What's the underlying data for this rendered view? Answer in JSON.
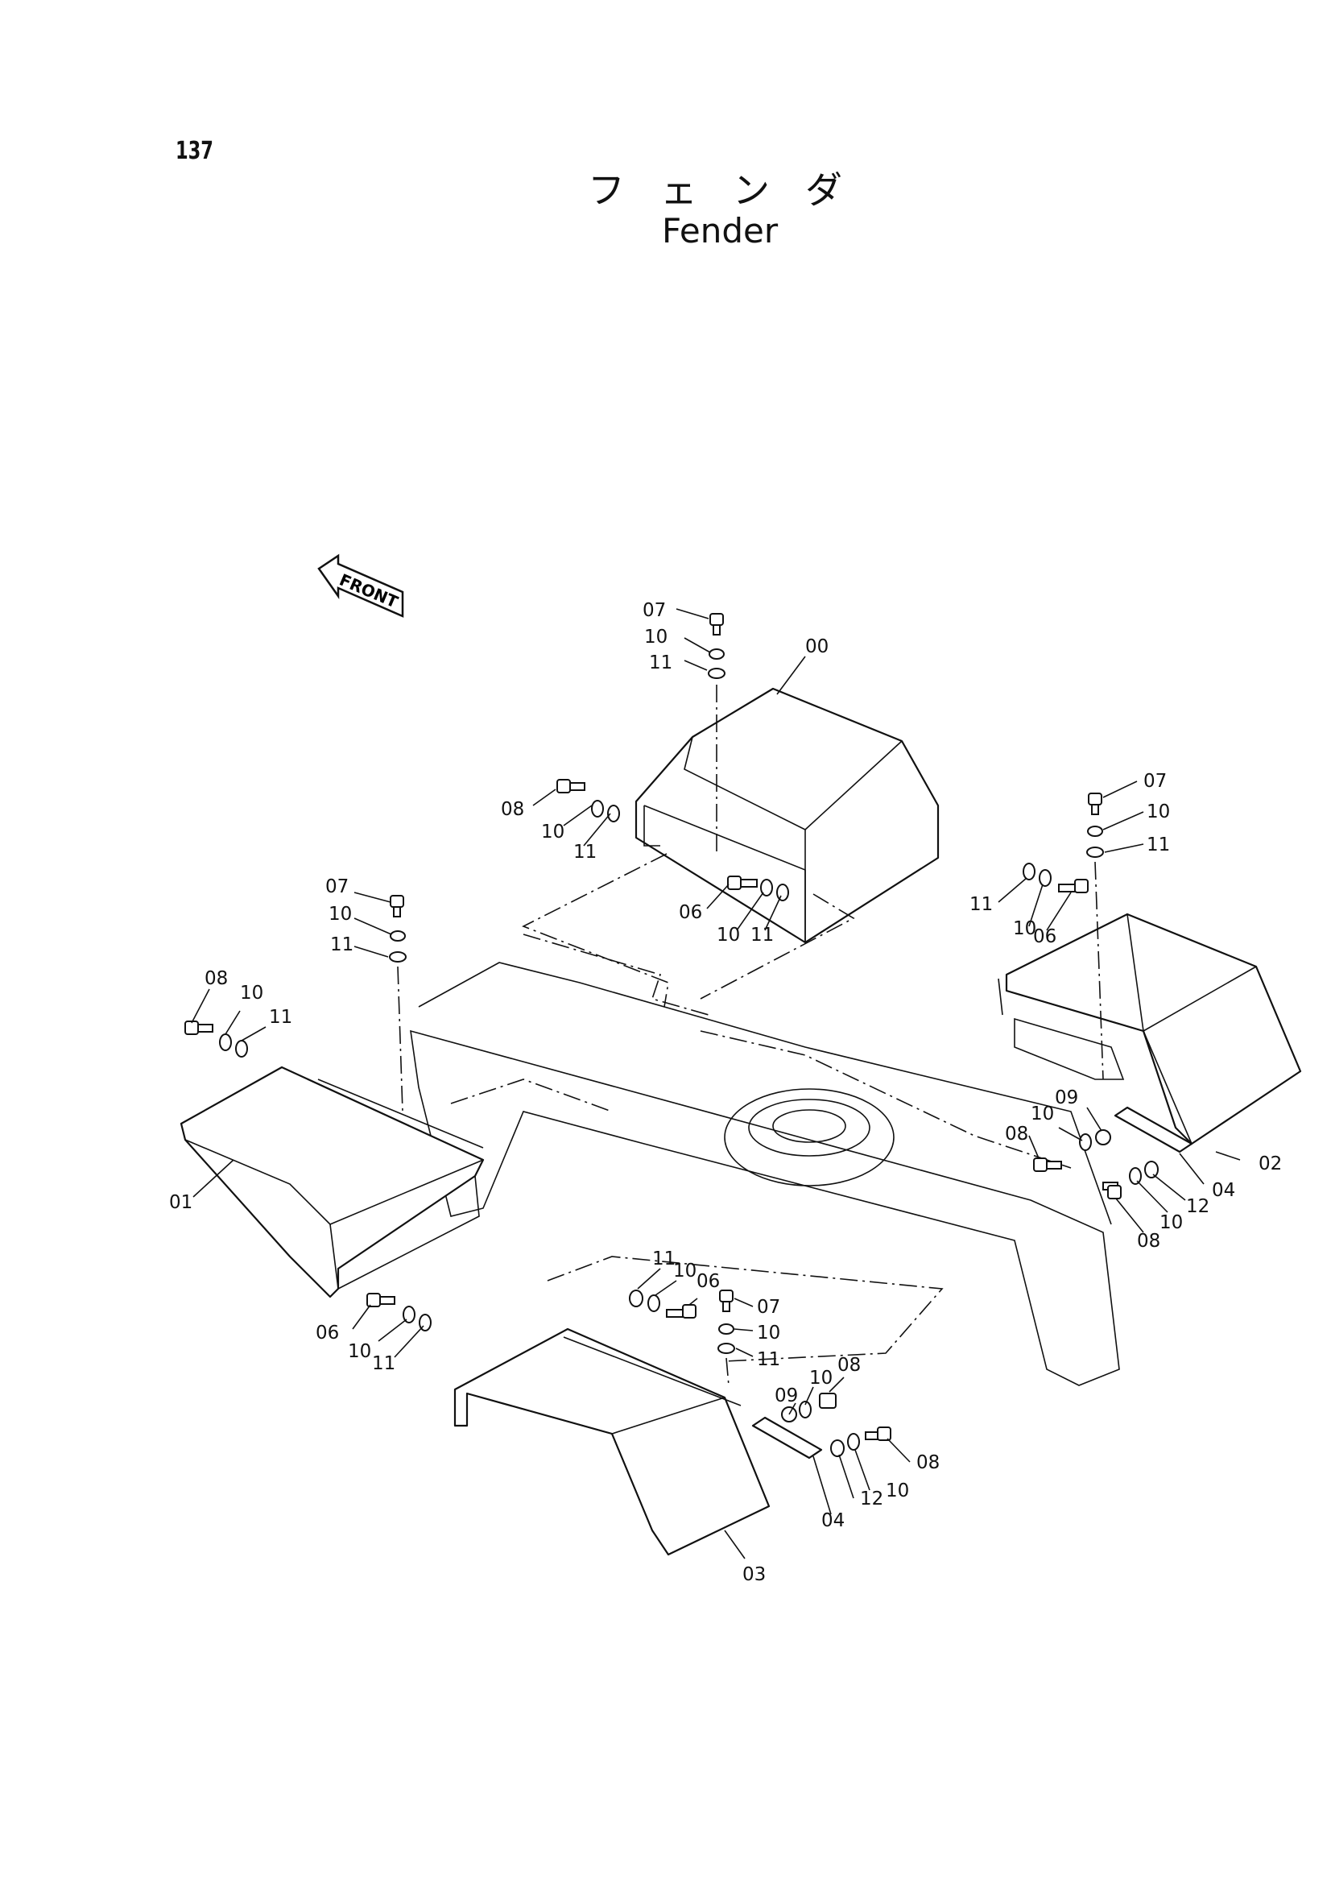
{
  "page": {
    "number": "137"
  },
  "title": {
    "jp": "フェンダ",
    "en": "Fender"
  },
  "direction_tag": "FRONT",
  "part_labels": [
    {
      "id": "lbl-07-top",
      "text": "07"
    },
    {
      "id": "lbl-10-top",
      "text": "10"
    },
    {
      "id": "lbl-11-top",
      "text": "11"
    },
    {
      "id": "lbl-00",
      "text": "00"
    },
    {
      "id": "lbl-08-a",
      "text": "08"
    },
    {
      "id": "lbl-10-a",
      "text": "10"
    },
    {
      "id": "lbl-11-a",
      "text": "11"
    },
    {
      "id": "lbl-06-a",
      "text": "06"
    },
    {
      "id": "lbl-10-b",
      "text": "10"
    },
    {
      "id": "lbl-11-b",
      "text": "11"
    },
    {
      "id": "lbl-07-r",
      "text": "07"
    },
    {
      "id": "lbl-10-r",
      "text": "10"
    },
    {
      "id": "lbl-11-r",
      "text": "11"
    },
    {
      "id": "lbl-11-r2",
      "text": "11"
    },
    {
      "id": "lbl-10-r2",
      "text": "10"
    },
    {
      "id": "lbl-06-r",
      "text": "06"
    },
    {
      "id": "lbl-07-l",
      "text": "07"
    },
    {
      "id": "lbl-10-l",
      "text": "10"
    },
    {
      "id": "lbl-11-l",
      "text": "11"
    },
    {
      "id": "lbl-08-l",
      "text": "08"
    },
    {
      "id": "lbl-10-l2",
      "text": "10"
    },
    {
      "id": "lbl-11-l2",
      "text": "11"
    },
    {
      "id": "lbl-01",
      "text": "01"
    },
    {
      "id": "lbl-10-r3",
      "text": "10"
    },
    {
      "id": "lbl-09-r",
      "text": "09"
    },
    {
      "id": "lbl-08-r",
      "text": "08"
    },
    {
      "id": "lbl-02",
      "text": "02"
    },
    {
      "id": "lbl-04-r",
      "text": "04"
    },
    {
      "id": "lbl-12-r",
      "text": "12"
    },
    {
      "id": "lbl-10-r4",
      "text": "10"
    },
    {
      "id": "lbl-08-r2",
      "text": "08"
    },
    {
      "id": "lbl-11-m",
      "text": "11"
    },
    {
      "id": "lbl-10-m",
      "text": "10"
    },
    {
      "id": "lbl-06-m",
      "text": "06"
    },
    {
      "id": "lbl-07-m",
      "text": "07"
    },
    {
      "id": "lbl-10-m2",
      "text": "10"
    },
    {
      "id": "lbl-11-m2",
      "text": "11"
    },
    {
      "id": "lbl-06-l",
      "text": "06"
    },
    {
      "id": "lbl-10-l3",
      "text": "10"
    },
    {
      "id": "lbl-11-l3",
      "text": "11"
    },
    {
      "id": "lbl-09-m",
      "text": "09"
    },
    {
      "id": "lbl-10-m3",
      "text": "10"
    },
    {
      "id": "lbl-08-m",
      "text": "08"
    },
    {
      "id": "lbl-08-m2",
      "text": "08"
    },
    {
      "id": "lbl-12-m",
      "text": "12"
    },
    {
      "id": "lbl-10-m4",
      "text": "10"
    },
    {
      "id": "lbl-04-m",
      "text": "04"
    },
    {
      "id": "lbl-03",
      "text": "03"
    }
  ]
}
